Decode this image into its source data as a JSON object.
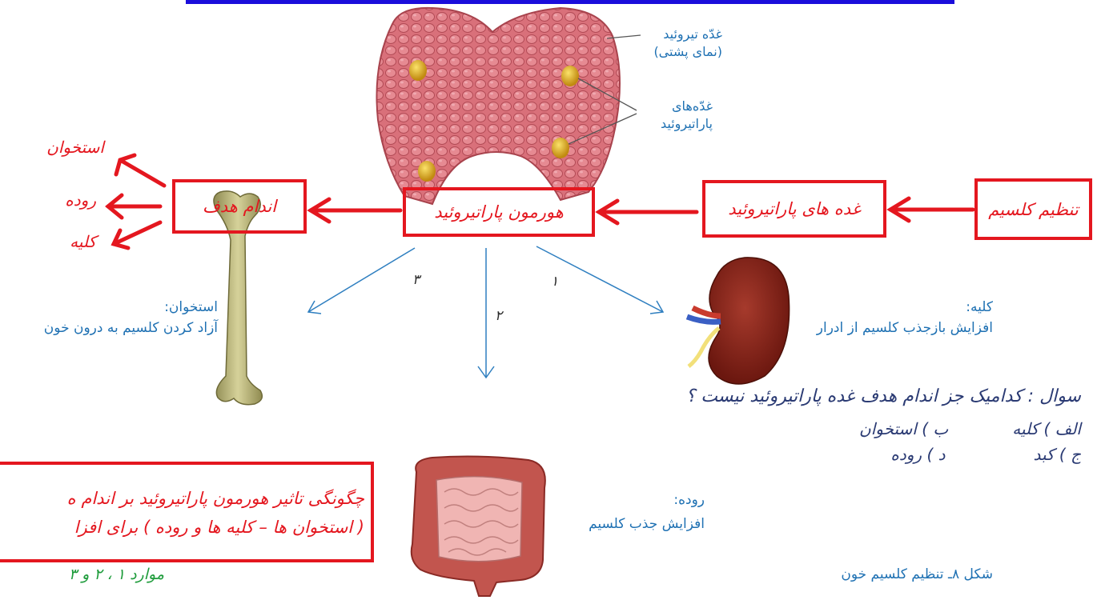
{
  "colors": {
    "red": "#e4171f",
    "blue_text": "#1f71b3",
    "navy": "#2a3a73",
    "green": "#1f9c3c",
    "top_bar": "#1a0ddb"
  },
  "labels": {
    "thyroid": [
      "غدّه تیروئید",
      "(نمای پشتی)"
    ],
    "parathyroid": [
      "غدّه‌های",
      "پاراتیروئید"
    ],
    "kidney": [
      "کلیه:",
      "افزایش بازجذب کلسیم از ادرار"
    ],
    "bone": [
      "استخوان:",
      "آزاد کردن کلسیم به درون خون"
    ],
    "intestine": [
      "روده:",
      "افزایش جذب کلسیم"
    ]
  },
  "boxes": {
    "calcium_regulation": "تنظیم کلسیم",
    "parathyroid_glands": "غده های پاراتیروئید",
    "parathyroid_hormone": "هورمون پاراتیروئید",
    "target_organs": "اندام هدف"
  },
  "targets": [
    "استخوان",
    "روده",
    "کلیه"
  ],
  "arrow_numbers": {
    "kidney": "۱",
    "intestine": "۲",
    "bone": "۳"
  },
  "question": {
    "text": "سوال : کدامیک جز اندام هدف غده پاراتیروئید نیست ؟",
    "options": [
      [
        "الف ) کلیه",
        "ب ) استخوان"
      ],
      [
        "ج ) کبد",
        "د ) روده"
      ]
    ]
  },
  "note_box": {
    "line1": "چگونگی تاثیر هورمون پاراتیروئید بر اندام ه",
    "line2": "( استخوان ها – کلیه ها و روده ) برای افزا"
  },
  "green_note": "موارد ۱ ، ۲ و ۳",
  "caption": "شکل ۸ـ تنظیم کلسیم خون"
}
